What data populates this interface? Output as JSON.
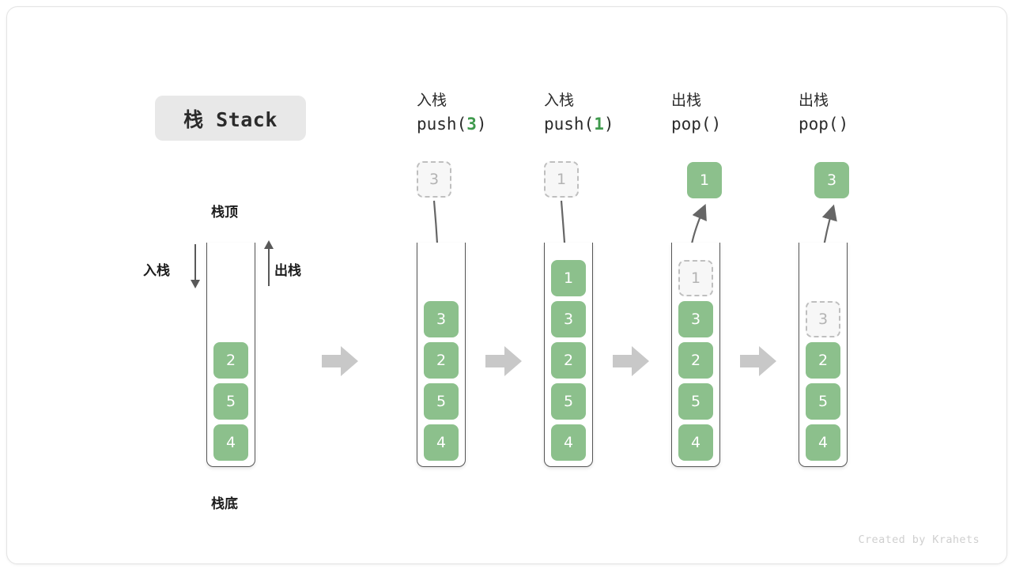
{
  "title": {
    "text": "栈 Stack"
  },
  "labels": {
    "top": "栈顶",
    "bottom": "栈底",
    "push_dir": "入栈",
    "pop_dir": "出栈"
  },
  "colors": {
    "element": "#8cc08c",
    "element_text": "#ffffff",
    "ghost_border": "#bfbfbf",
    "ghost_text": "#b3b3b3",
    "ghost_fill": "#f7f7f7",
    "container_line": "#555555",
    "transition_arrow": "#c8c8c8",
    "curve_arrow": "#666666",
    "title_chip": "#e8e8e8",
    "code_arg": "#3f9a4d",
    "credit": "#cfcfcf"
  },
  "columns": [
    {
      "id": "initial",
      "header_zh": "",
      "header_code": "",
      "header_arg": "",
      "stack_top_to_bottom": [
        "2",
        "5",
        "4"
      ],
      "float_value": "",
      "float_kind": "none",
      "ghost_in_stack": "none"
    },
    {
      "id": "push-3",
      "header_zh": "入栈",
      "header_code_pre": "push(",
      "header_arg": "3",
      "header_code_post": ")",
      "stack_top_to_bottom": [
        "3",
        "2",
        "5",
        "4"
      ],
      "float_value": "3",
      "float_kind": "ghost",
      "ghost_in_stack": "none"
    },
    {
      "id": "push-1",
      "header_zh": "入栈",
      "header_code_pre": "push(",
      "header_arg": "1",
      "header_code_post": ")",
      "stack_top_to_bottom": [
        "1",
        "3",
        "2",
        "5",
        "4"
      ],
      "float_value": "1",
      "float_kind": "ghost",
      "ghost_in_stack": "none"
    },
    {
      "id": "pop-1",
      "header_zh": "出栈",
      "header_code_pre": "pop(",
      "header_arg": "",
      "header_code_post": ")",
      "stack_top_to_bottom": [
        "1",
        "3",
        "2",
        "5",
        "4"
      ],
      "float_value": "1",
      "float_kind": "full",
      "ghost_in_stack": "1"
    },
    {
      "id": "pop-3",
      "header_zh": "出栈",
      "header_code_pre": "pop(",
      "header_arg": "",
      "header_code_post": ")",
      "stack_top_to_bottom": [
        "3",
        "2",
        "5",
        "4"
      ],
      "float_value": "3",
      "float_kind": "full",
      "ghost_in_stack": "3"
    }
  ],
  "cells": {
    "c0_0": "2",
    "c0_1": "5",
    "c0_2": "4",
    "c1_0": "3",
    "c1_1": "2",
    "c1_2": "5",
    "c1_3": "4",
    "c2_0": "1",
    "c2_1": "3",
    "c2_2": "2",
    "c2_3": "5",
    "c2_4": "4",
    "c3_0": "1",
    "c3_1": "3",
    "c3_2": "2",
    "c3_3": "5",
    "c3_4": "4",
    "c4_0": "3",
    "c4_1": "2",
    "c4_2": "5",
    "c4_3": "4",
    "f1": "3",
    "f2": "1",
    "f3": "1",
    "f4": "3"
  },
  "headers": {
    "h1_zh": "入栈",
    "h1_pre": "push(",
    "h1_arg": "3",
    "h1_post": ")",
    "h2_zh": "入栈",
    "h2_pre": "push(",
    "h2_arg": "1",
    "h2_post": ")",
    "h3_zh": "出栈",
    "h3_pre": "pop(",
    "h3_arg": "",
    "h3_post": ")",
    "h4_zh": "出栈",
    "h4_pre": "pop(",
    "h4_arg": "",
    "h4_post": ")"
  },
  "credit": "Created by Krahets"
}
